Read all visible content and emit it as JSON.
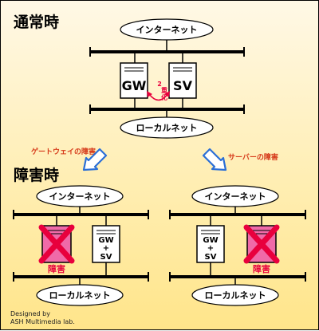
{
  "headings": {
    "normal": "通常時",
    "failure": "障害時"
  },
  "normal": {
    "internet": "インターネット",
    "local": "ローカルネット",
    "gw": "GW",
    "sv": "SV",
    "redundancy_number": "2",
    "redundancy_chars": [
      "重",
      "化"
    ]
  },
  "arrows": {
    "gateway_fault": "ゲートウェイの障害",
    "server_fault": "サーバーの障害"
  },
  "failure_left": {
    "internet": "インターネット",
    "local": "ローカルネット",
    "combined": [
      "GW",
      "+",
      "SV"
    ],
    "fault_label": "障害"
  },
  "failure_right": {
    "internet": "インターネット",
    "local": "ローカルネット",
    "combined": [
      "GW",
      "+",
      "SV"
    ],
    "fault_label": "障害"
  },
  "credit": {
    "line1": "Designed by",
    "line2": "ASH Multimedia lab."
  },
  "colors": {
    "fault_pink": "#f06aa8",
    "fault_red": "#e8003d",
    "arrow_blue": "#2b6fd6",
    "arrow_label_red": "#d63a1a",
    "redundancy_red": "#e8003d"
  }
}
